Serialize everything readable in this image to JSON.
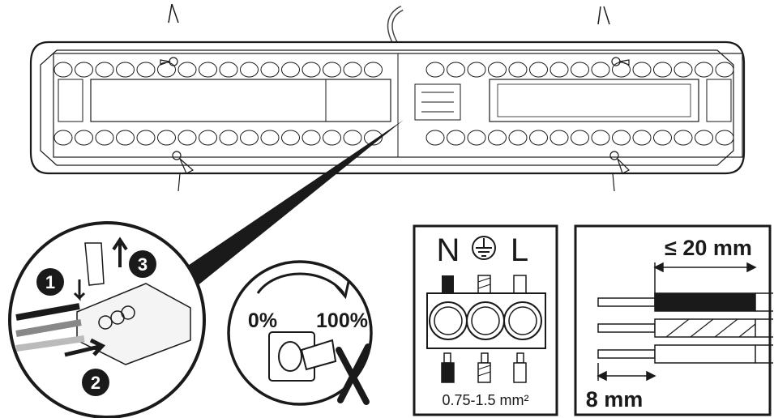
{
  "steps": {
    "one": "1",
    "two": "2",
    "three": "3"
  },
  "power": {
    "low": "0%",
    "high": "100%"
  },
  "terminal": {
    "neutral": "N",
    "line": "L",
    "ground_symbol": "protective-earth-icon",
    "cross_section": "0.75-1.5 mm²"
  },
  "strip": {
    "insulation": "≤ 20 mm",
    "conductor": "8 mm"
  },
  "colors": {
    "ink": "#1a1a1a",
    "housing": "#6b6b6b",
    "paper": "#ffffff"
  }
}
